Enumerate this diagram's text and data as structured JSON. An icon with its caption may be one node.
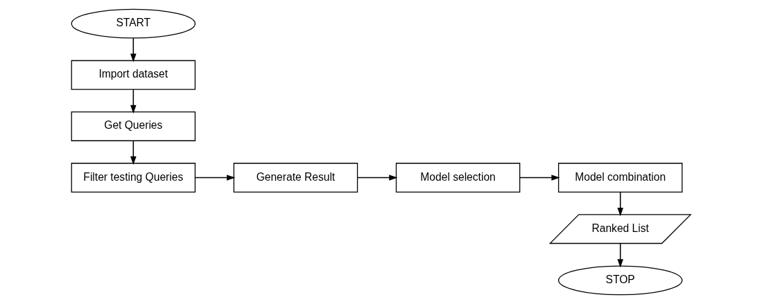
{
  "diagram": {
    "nodes": [
      {
        "text": [
          "START"
        ]
      },
      {
        "text": [
          "Import dataset"
        ]
      },
      {
        "text": [
          "Get Queries"
        ]
      },
      {
        "text": [
          "Filter testing Queries"
        ]
      },
      {
        "text": [
          "Generate Result"
        ]
      },
      {
        "text": [
          "Model selection"
        ]
      },
      {
        "text": [
          "Model combination"
        ]
      },
      {
        "text": [
          "Ranked List"
        ]
      },
      {
        "text": [
          "STOP"
        ]
      }
    ],
    "edges": [
      {
        "from": 0,
        "to": 1,
        "arrow": "to"
      },
      {
        "from": 1,
        "to": 2,
        "arrow": "to"
      },
      {
        "from": 2,
        "to": 3,
        "arrow": "to"
      },
      {
        "from": 3,
        "to": 4,
        "arrow": "to"
      },
      {
        "from": 4,
        "to": 5,
        "arrow": "to"
      },
      {
        "from": 5,
        "to": 6,
        "arrow": "to"
      },
      {
        "from": 6,
        "to": 7,
        "arrow": "to"
      },
      {
        "from": 7,
        "to": 8,
        "arrow": "to"
      }
    ]
  }
}
